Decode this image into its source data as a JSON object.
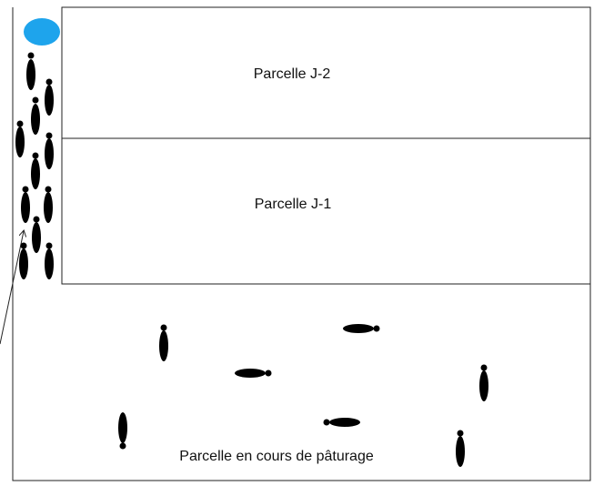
{
  "plots": [
    {
      "id": "j2",
      "label": "Parcelle J-2"
    },
    {
      "id": "j1",
      "label": "Parcelle J-1"
    },
    {
      "id": "current",
      "label": "Parcelle en cours de pâturage"
    }
  ],
  "colors": {
    "outline": "#222222",
    "animal": "#000000",
    "water_trough": "#1ea4ec"
  },
  "icons": {
    "animal": "cow-icon",
    "water": "water-trough-icon",
    "access": "arrow-icon"
  }
}
